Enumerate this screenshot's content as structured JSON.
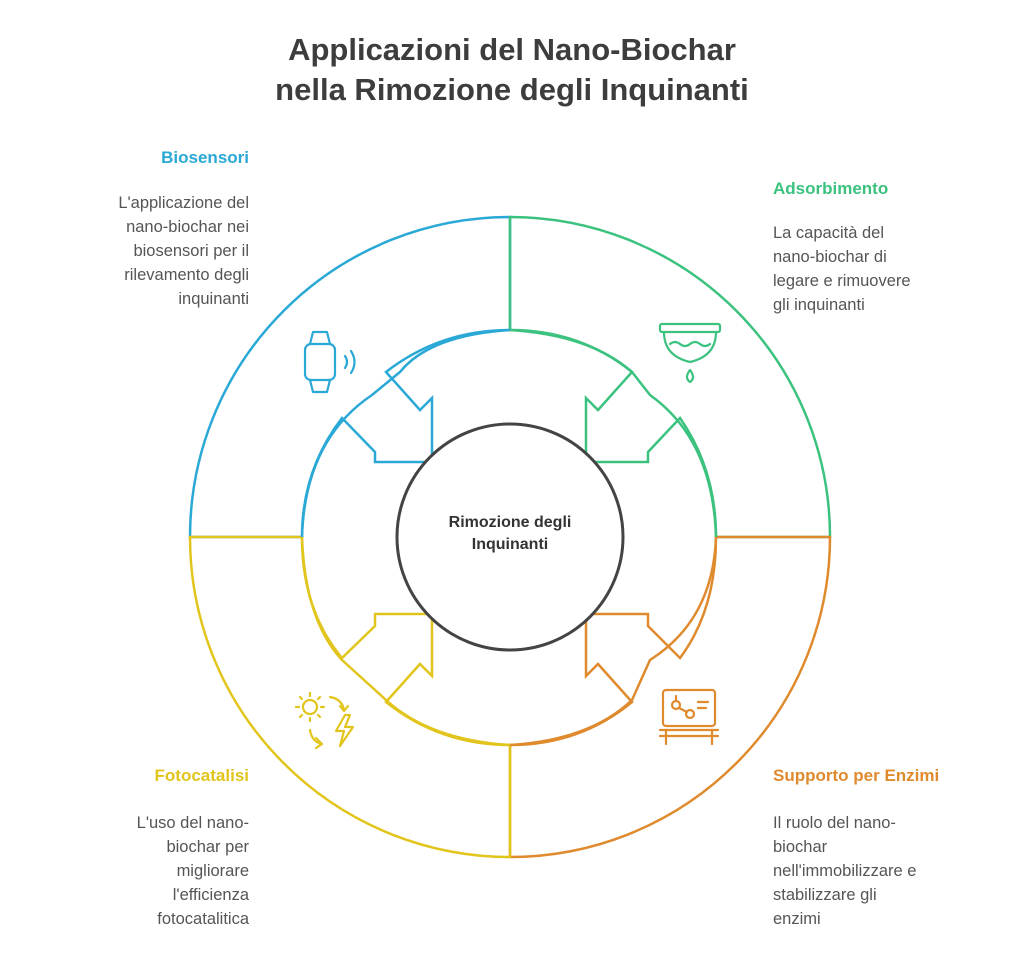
{
  "title": {
    "line1": "Applicazioni del Nano-Biochar",
    "line2": "nella Rimozione degli Inquinanti"
  },
  "center": {
    "line1": "Rimozione degli",
    "line2": "Inquinanti"
  },
  "sections": {
    "biosensori": {
      "title": "Biosensori",
      "description": [
        "L'applicazione del",
        "nano-biochar nei",
        "biosensori per il",
        "rilevamento degli",
        "inquinanti"
      ],
      "color": "#2aa8d6",
      "icon": "smartwatch-icon"
    },
    "adsorbimento": {
      "title": "Adsorbimento",
      "description": [
        "La capacità del",
        "nano-biochar di",
        "legare e rimuovere",
        "gli inquinanti"
      ],
      "color": "#3cc27f",
      "icon": "water-filter-icon"
    },
    "fotocatalisi": {
      "title": "Fotocatalisi",
      "description": [
        "L'uso del nano-",
        "biochar per",
        "migliorare",
        "l'efficienza",
        "fotocatalitica"
      ],
      "color": "#e2c51c",
      "icon": "solar-energy-icon"
    },
    "enzimi": {
      "title": "Supporto per Enzimi",
      "description": [
        "Il ruolo del nano-",
        "biochar",
        "nell'immobilizzare e",
        "stabilizzare gli",
        "enzimi"
      ],
      "color": "#e08a2e",
      "icon": "molecule-screen-icon"
    }
  },
  "colors": {
    "center_circle": "#444444",
    "title": "#3d3d3d"
  }
}
